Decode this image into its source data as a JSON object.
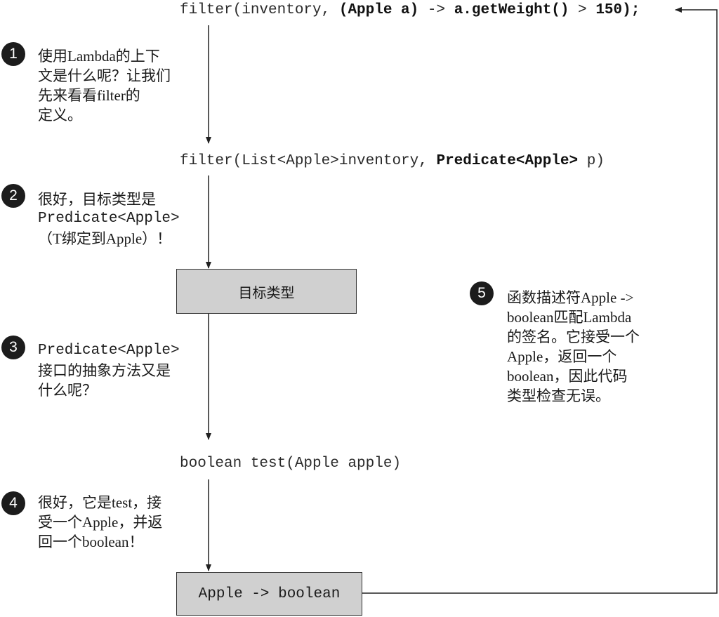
{
  "code_lines": {
    "line1": {
      "pre": "filter(inventory, ",
      "bold1": "(Apple a)",
      "mid": " -> ",
      "bold2": "a.getWeight()",
      "mid2": " > ",
      "bold3": "150);"
    },
    "line2": {
      "pre": "filter(List<Apple>inventory, ",
      "bold": "Predicate<Apple>",
      "post": " p)"
    },
    "line3": "boolean test(Apple apple)"
  },
  "boxes": {
    "target_type": "目标类型",
    "signature": "Apple -> boolean"
  },
  "notes": [
    {
      "number": "1",
      "lines": [
        "使用Lambda的上下",
        "文是什么呢？让我们",
        "先来看看filter的",
        "定义。"
      ]
    },
    {
      "number": "2",
      "lines": [
        "很好，目标类型是",
        "Predicate<Apple>",
        "（T绑定到Apple）！"
      ]
    },
    {
      "number": "3",
      "lines": [
        "Predicate<Apple>",
        "接口的抽象方法又是",
        "什么呢？"
      ]
    },
    {
      "number": "4",
      "lines": [
        "很好，它是test，接",
        "受一个Apple，并返",
        "回一个boolean！"
      ]
    },
    {
      "number": "5",
      "lines": [
        "函数描述符Apple ->",
        "boolean匹配Lambda",
        "的签名。它接受一个",
        "Apple，返回一个",
        "boolean，因此代码",
        "类型检查无误。"
      ]
    }
  ]
}
